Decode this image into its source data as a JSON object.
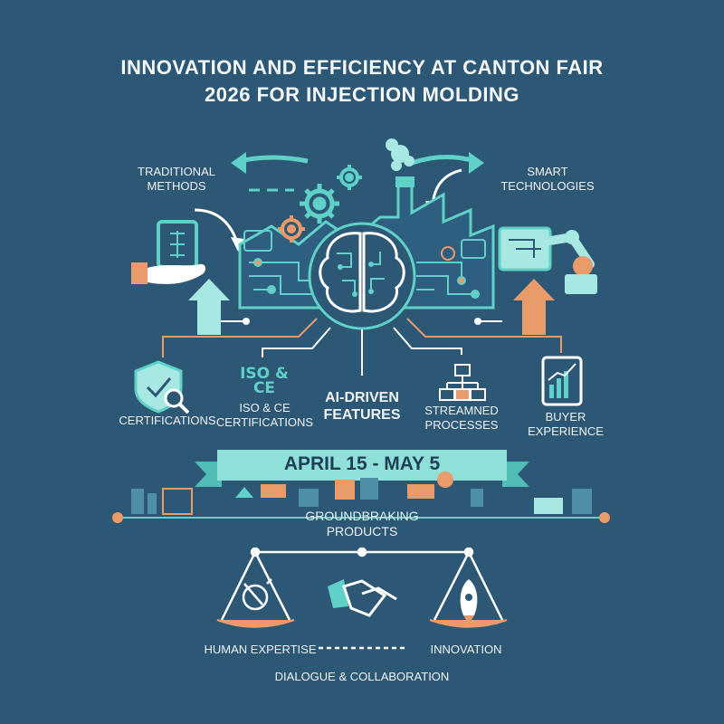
{
  "title_line1": "INNOVATION AND EFFICIENCY AT CANTON FAIR",
  "title_line2": "2026 FOR INJECTION MOLDING",
  "traditional": "TRADITIONAL\nMETHODS",
  "smart": "SMART\nTECHNOLOGIES",
  "features": {
    "certifications": "CERTIFICATIONS",
    "iso_logo": "ISO &\nCE",
    "iso_ce": "ISO & CE\nCERTIFICATIONS",
    "ai": "AI-DRIVEN\nFEATURES",
    "streamlined": "STREAMNED\nPROCESSES",
    "buyer": "BUYER EXPERIENCE"
  },
  "banner": "APRIL 15 - MAY 5",
  "products": "GROUNDBRAKING\nPRODUCTS",
  "balance": {
    "left": "HUMAN EXPERTISE",
    "right": "INNOVATION",
    "bottom": "DIALOGUE & COLLABORATION"
  },
  "colors": {
    "background": "#2c5775",
    "teal": "#5fd1c8",
    "orange": "#e99b6a",
    "white": "#f1f4f6"
  },
  "icons": [
    "hand-chip-icon",
    "brain-circuit-icon",
    "gear-icon",
    "factory-icon",
    "robot-arm-icon",
    "shield-magnifier-icon",
    "flowchart-icon",
    "tablet-chart-icon",
    "handshake-icon",
    "wrench-head-icon",
    "rocket-icon",
    "balance-scale-icon"
  ]
}
